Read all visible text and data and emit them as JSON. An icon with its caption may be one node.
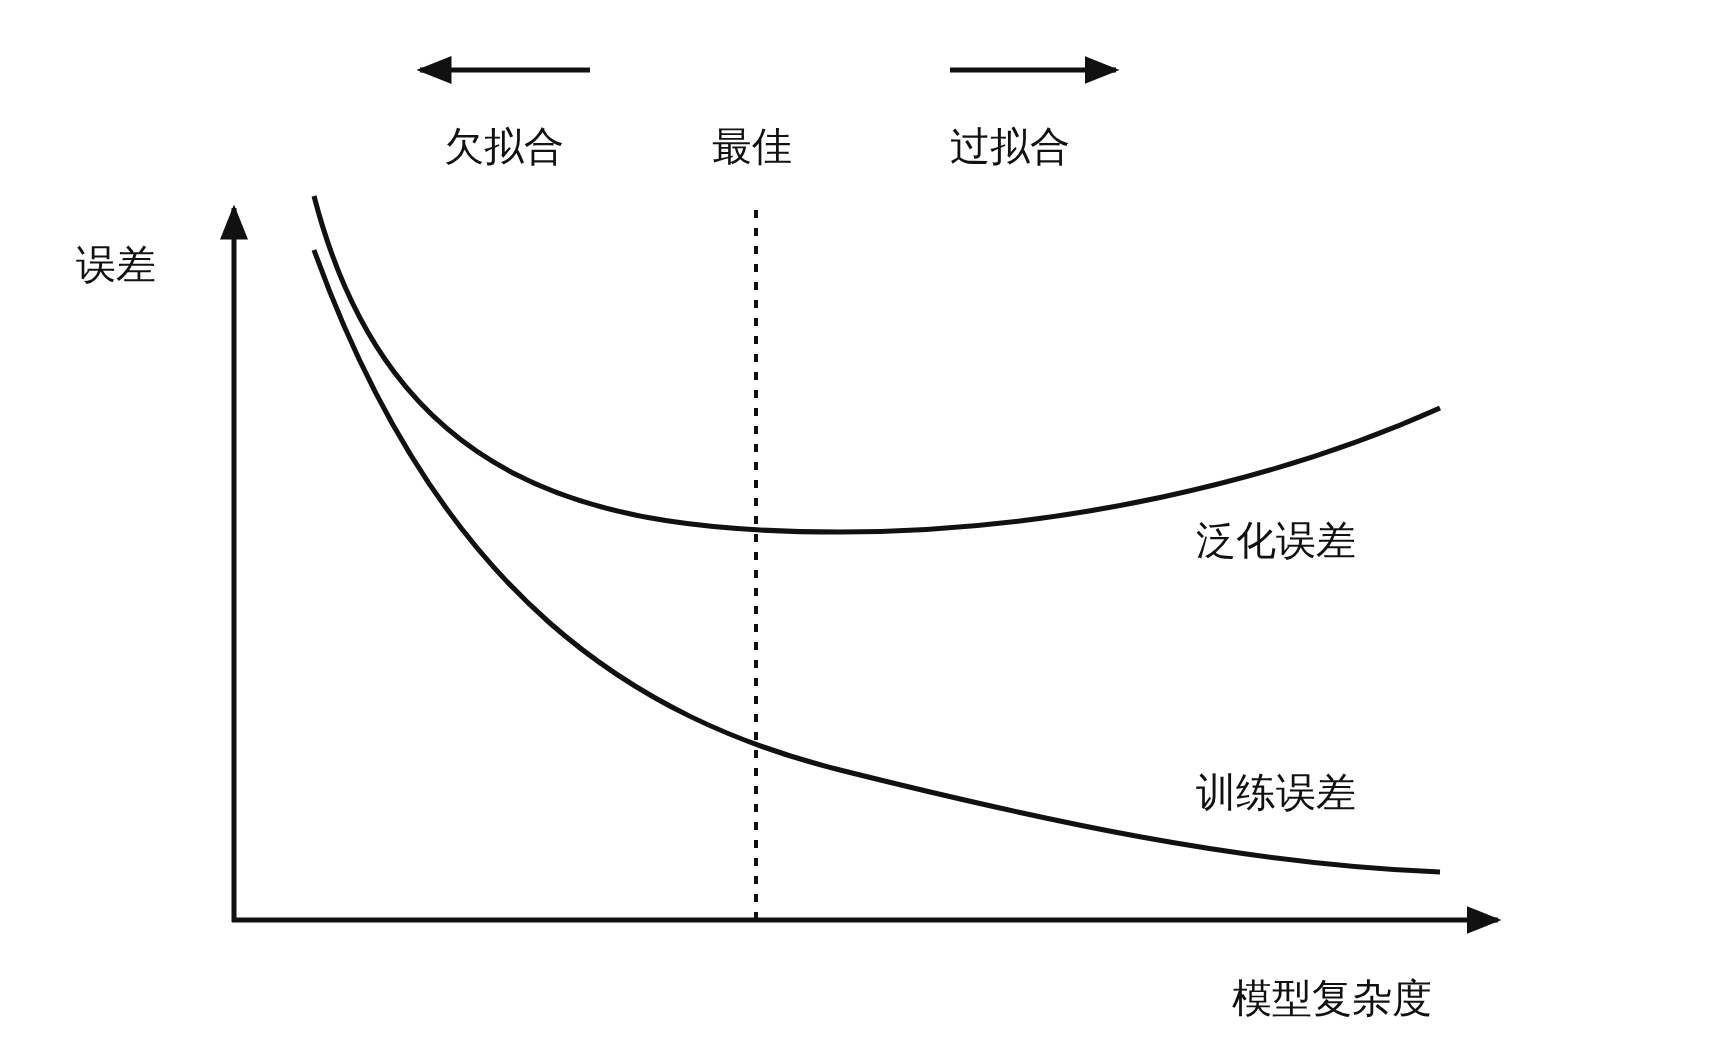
{
  "diagram": {
    "labels": [
      "欠拟合",
      "最佳",
      "过拟合",
      "误差",
      "泛化误差",
      "训练误差",
      "模型复杂度"
    ]
  }
}
